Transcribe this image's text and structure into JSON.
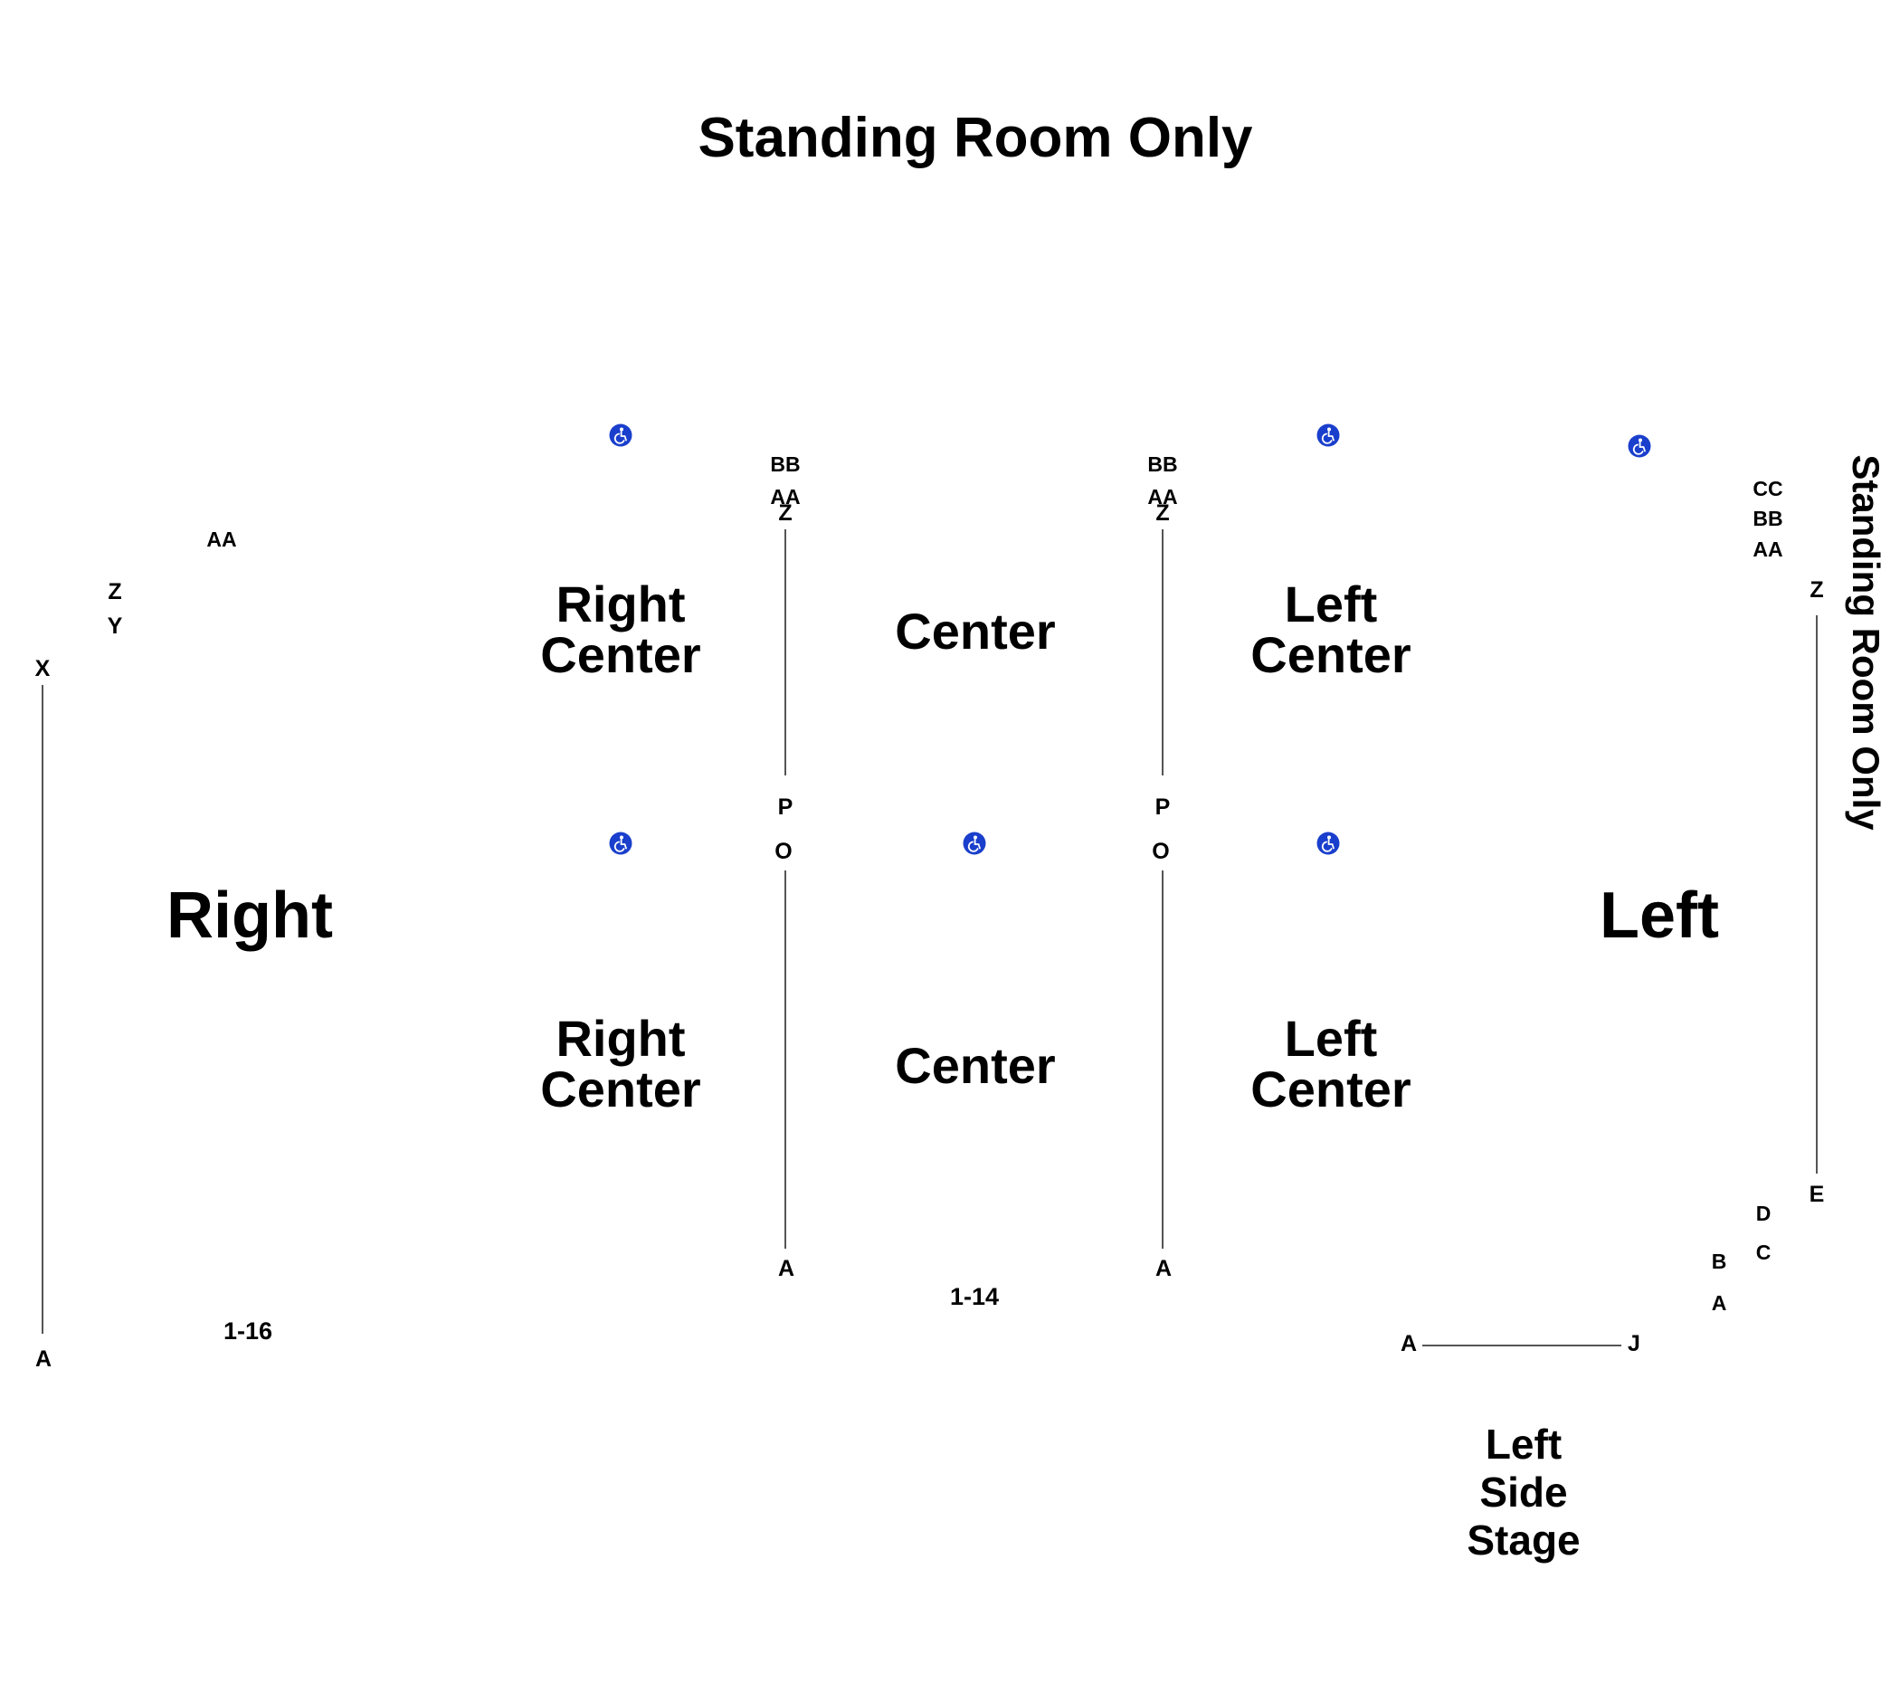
{
  "titles": {
    "top": "Standing Room Only",
    "right_side": "Standing Room Only"
  },
  "sections": {
    "upper_right_center": [
      "Right",
      "Center"
    ],
    "upper_center": "Center",
    "upper_left_center": [
      "Left",
      "Center"
    ],
    "lower_right_center": [
      "Right",
      "Center"
    ],
    "lower_center": "Center",
    "lower_left_center": [
      "Left",
      "Center"
    ],
    "right": "Right",
    "left": "Left",
    "left_side_stage": [
      "Left",
      "Side",
      "Stage"
    ]
  },
  "rows": {
    "right": {
      "aa": "AA",
      "z": "Z",
      "y": "Y",
      "x": "X",
      "a": "A"
    },
    "aisle1": {
      "bb": "BB",
      "aa": "AA",
      "z": "Z",
      "p": "P",
      "o": "O",
      "a": "A"
    },
    "aisle2": {
      "bb": "BB",
      "aa": "AA",
      "z": "Z",
      "p": "P",
      "o": "O",
      "a": "A"
    },
    "left": {
      "cc": "CC",
      "bb": "BB",
      "aa": "AA",
      "z": "Z",
      "e": "E",
      "d": "D",
      "c": "C",
      "b": "B",
      "a": "A"
    },
    "side_stage": {
      "a": "A",
      "j": "J"
    }
  },
  "seat_ranges": {
    "right": "1-16",
    "center": "1-14"
  },
  "icons": {
    "accessible": "wheelchair-accessible-icon",
    "accessible_color": "#1a3fcc"
  }
}
